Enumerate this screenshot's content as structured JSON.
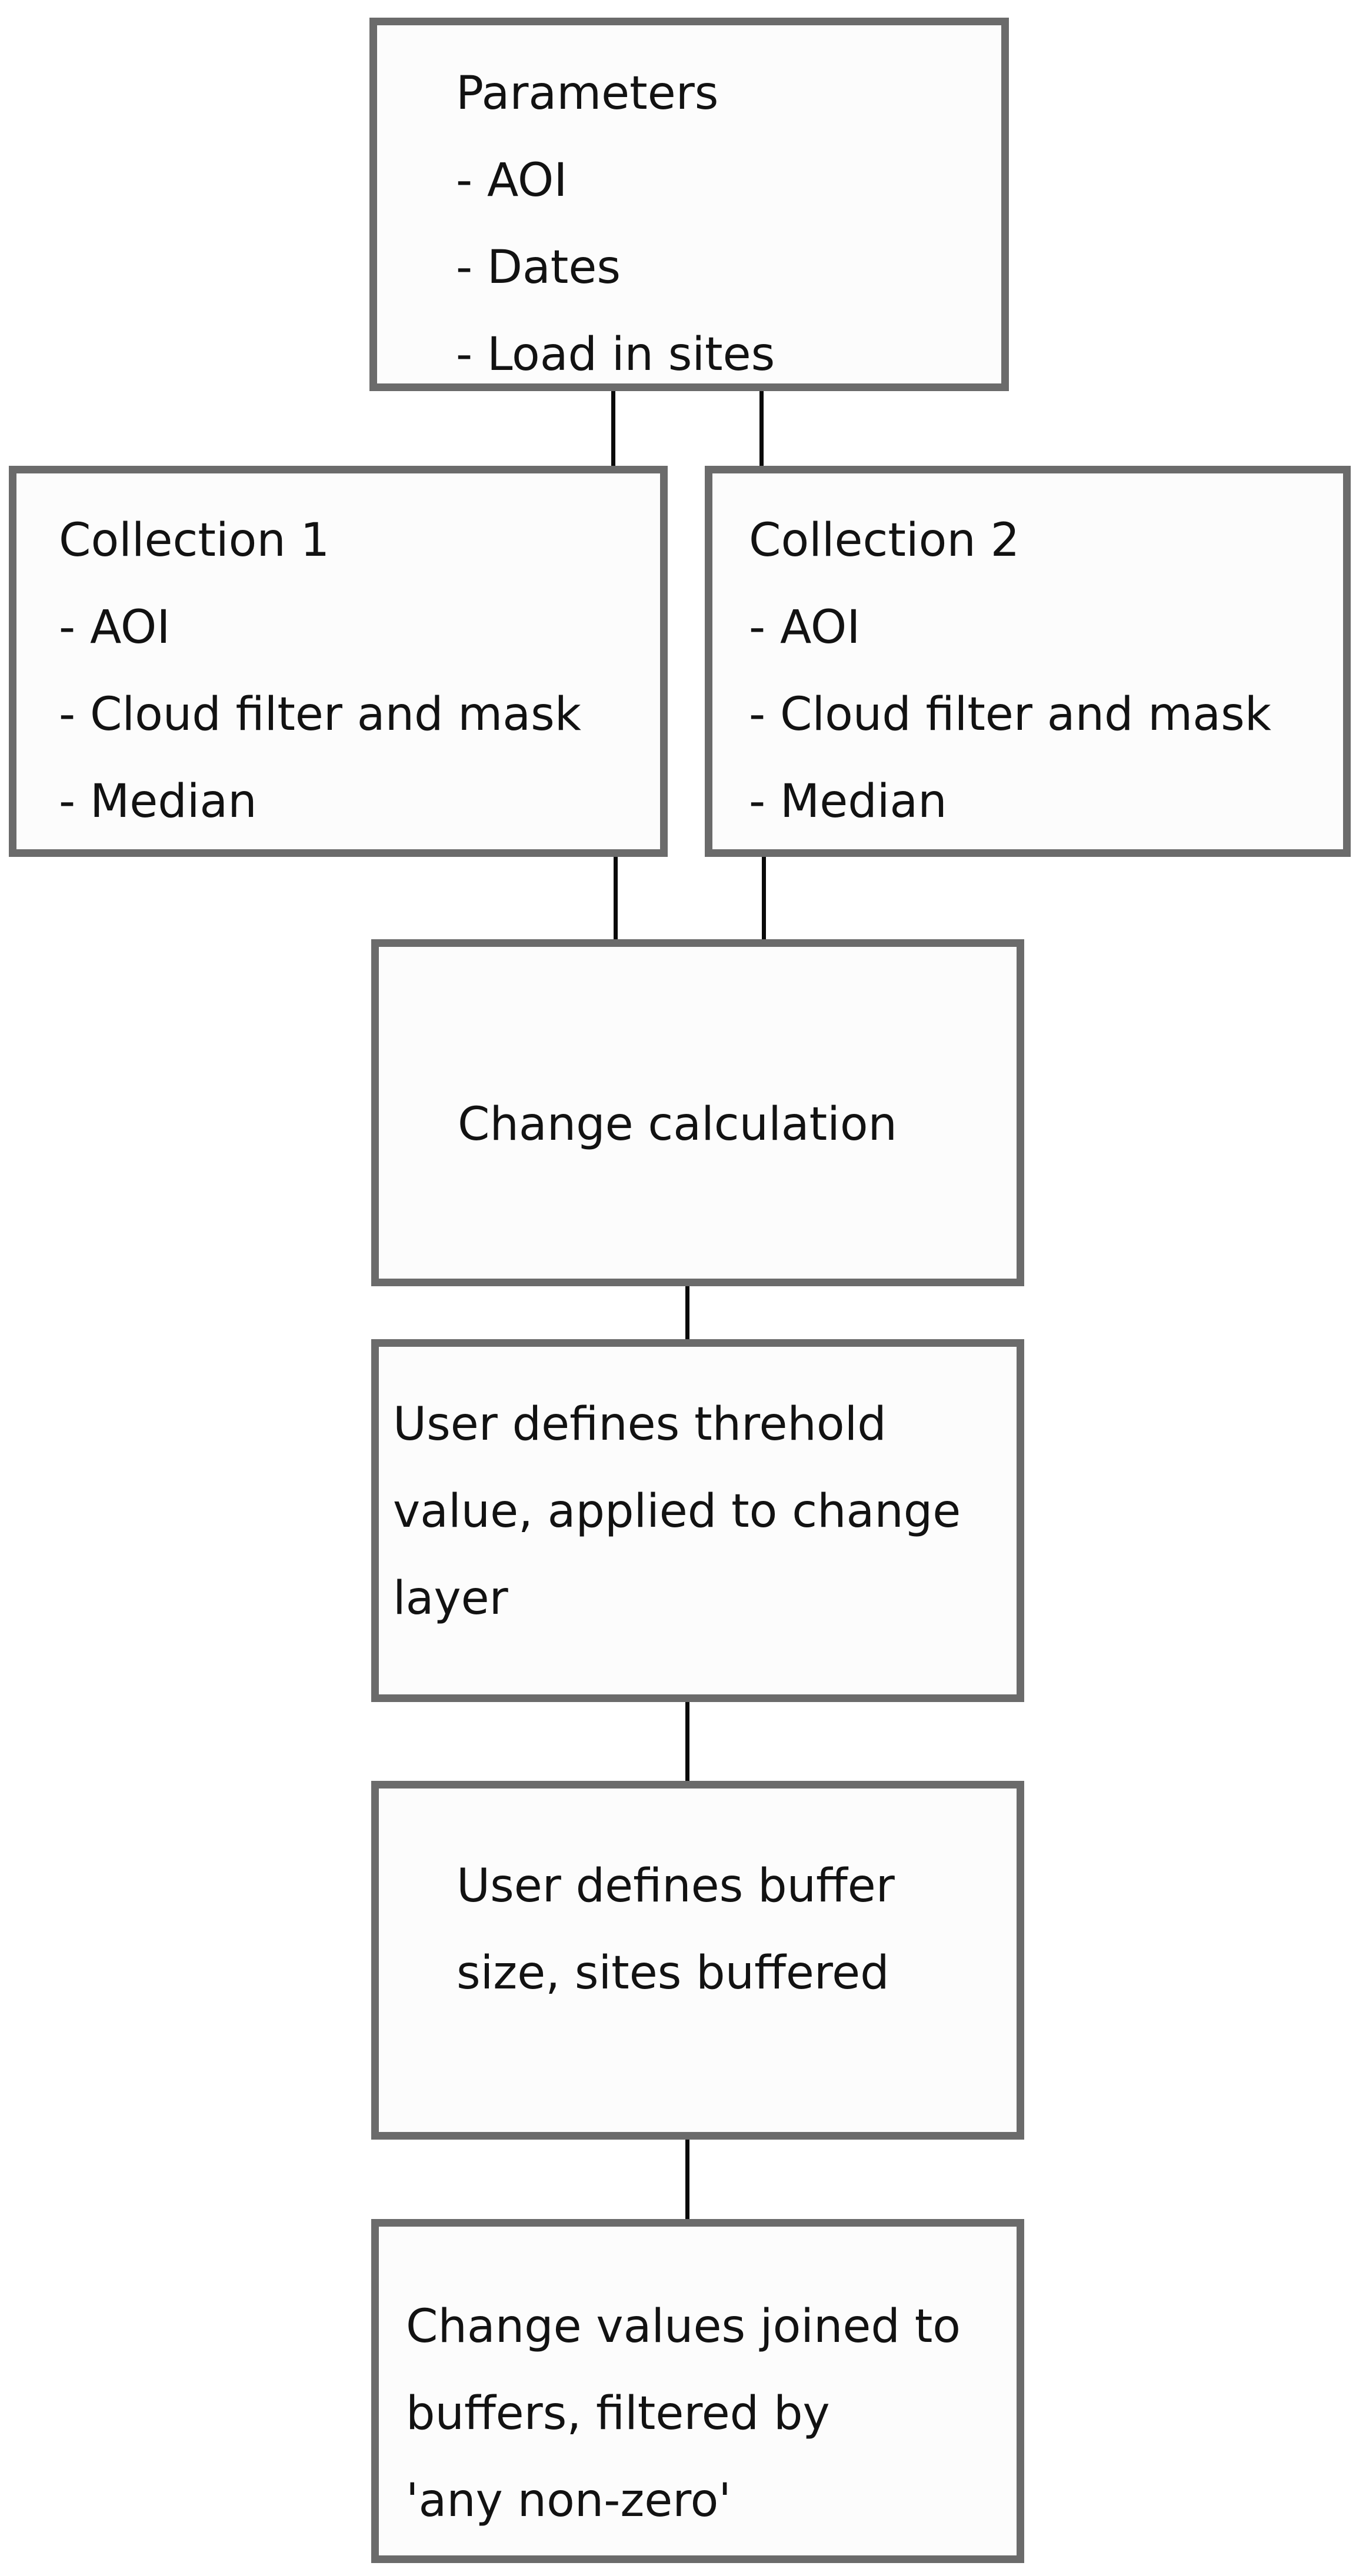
{
  "diagram": {
    "description": "Flowchart of a change-detection workflow",
    "colors": {
      "background": "#ffffff",
      "box_fill": "#fcfcfc",
      "box_border": "#6b6b6b",
      "connector": "#0a0a0a",
      "text": "#121212"
    },
    "nodes": {
      "parameters": {
        "lines": [
          "Parameters",
          "- AOI",
          "- Dates",
          "- Load in sites"
        ]
      },
      "collection1": {
        "lines": [
          "Collection 1",
          "- AOI",
          "- Cloud filter and mask",
          "- Median"
        ]
      },
      "collection2": {
        "lines": [
          "Collection 2",
          "- AOI",
          "- Cloud filter and mask",
          "- Median"
        ]
      },
      "change_calculation": {
        "lines": [
          "Change calculation"
        ]
      },
      "threshold": {
        "lines": [
          "User defines threhold",
          "value, applied to change",
          "layer"
        ]
      },
      "buffer": {
        "lines": [
          "User defines buffer",
          "size, sites buffered"
        ]
      },
      "join": {
        "lines": [
          "Change values joined to",
          "buffers, filtered by",
          "'any non-zero'"
        ]
      }
    },
    "edges": [
      {
        "from": "parameters",
        "to": "collection1"
      },
      {
        "from": "parameters",
        "to": "collection2"
      },
      {
        "from": "collection1",
        "to": "change_calculation"
      },
      {
        "from": "collection2",
        "to": "change_calculation"
      },
      {
        "from": "change_calculation",
        "to": "threshold"
      },
      {
        "from": "threshold",
        "to": "buffer"
      },
      {
        "from": "buffer",
        "to": "join"
      }
    ]
  }
}
